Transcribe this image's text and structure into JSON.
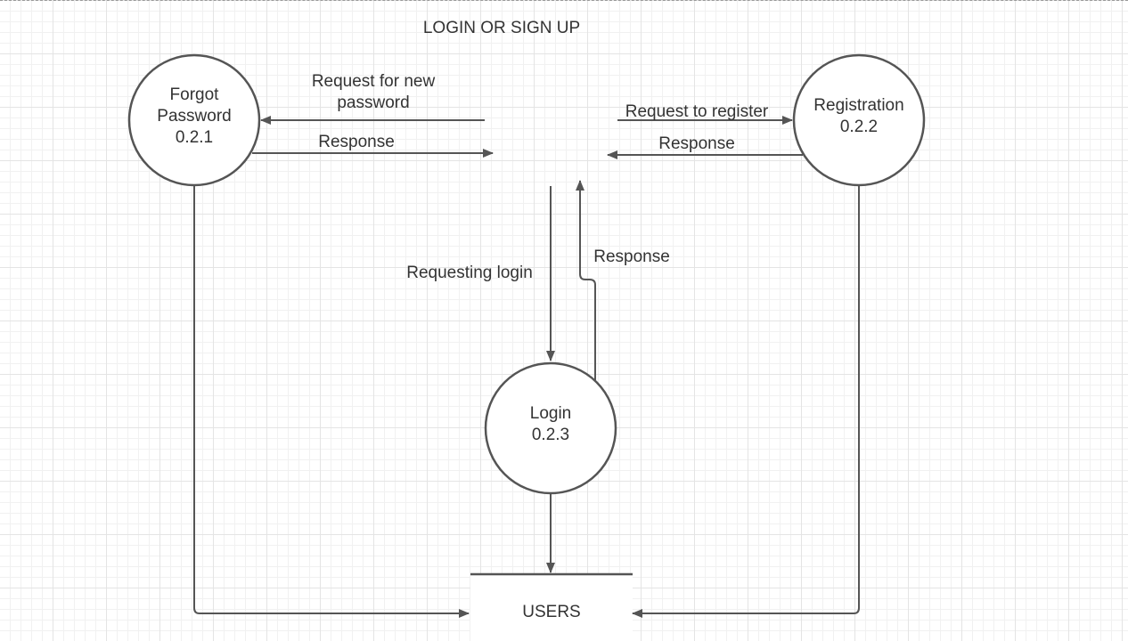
{
  "title": "LOGIN OR SIGN UP",
  "processes": {
    "forgot_password": {
      "line1": "Forgot",
      "line2": "Password",
      "line3": "0.2.1"
    },
    "registration": {
      "line1": "Registration",
      "line2": "0.2.2"
    },
    "login": {
      "line1": "Login",
      "line2": "0.2.3"
    }
  },
  "data_store": {
    "label": "USERS"
  },
  "flows": {
    "request_new_password_line1": "Request for new",
    "request_new_password_line2": "password",
    "forgot_response": "Response",
    "request_register": "Request to register",
    "registration_response": "Response",
    "requesting_login": "Requesting login",
    "login_response": "Response"
  },
  "colors": {
    "stroke": "#555555",
    "text": "#333333",
    "grid": "#e4e4e4"
  }
}
